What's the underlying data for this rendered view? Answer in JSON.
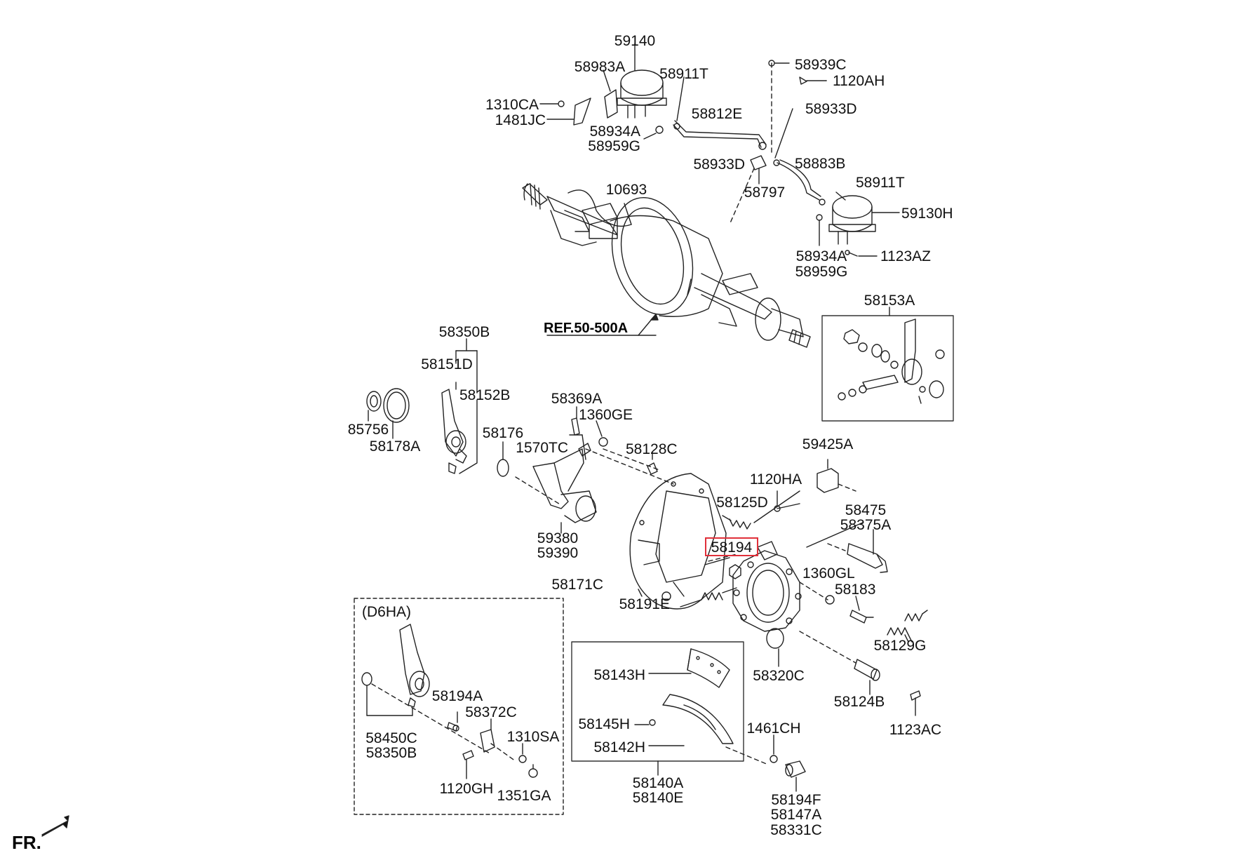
{
  "diagram": {
    "labels": {
      "p59140": "59140",
      "p58983A": "58983A",
      "p58911T_top": "58911T",
      "p1310CA": "1310CA",
      "p1481JC": "1481JC",
      "p58934A_top": "58934A",
      "p58959G_top": "58959G",
      "p58812E": "58812E",
      "p58933D_left": "58933D",
      "p58797": "58797",
      "p58939C": "58939C",
      "p1120AH": "1120AH",
      "p58933D_right": "58933D",
      "p58883B": "58883B",
      "p58911T_right": "58911T",
      "p59130H": "59130H",
      "p58934A_right": "58934A",
      "p58959G_right": "58959G",
      "p1123AZ": "1123AZ",
      "p10693": "10693",
      "p58153A": "58153A",
      "p58350B_top": "58350B",
      "p58151D": "58151D",
      "p58152B": "58152B",
      "p85756": "85756",
      "p58178A": "58178A",
      "p58369A": "58369A",
      "p1360GE": "1360GE",
      "p58176": "58176",
      "p1570TC": "1570TC",
      "p58128C": "58128C",
      "p59425A": "59425A",
      "p1120HA": "1120HA",
      "p58125D": "58125D",
      "p58475": "58475",
      "p58375A": "58375A",
      "p58194": "58194",
      "p59380": "59380",
      "p59390": "59390",
      "p58171C": "58171C",
      "p1360GL": "1360GL",
      "p58183": "58183",
      "p58191E": "58191E",
      "p58129G": "58129G",
      "p58320C": "58320C",
      "p58143H": "58143H",
      "p58145H": "58145H",
      "p58142H": "58142H",
      "p1461CH": "1461CH",
      "p58124B": "58124B",
      "p1123AC": "1123AC",
      "p58140A": "58140A",
      "p58140E": "58140E",
      "p58194F": "58194F",
      "p58147A": "58147A",
      "p58331C": "58331C",
      "p58194A": "58194A",
      "p58372C": "58372C",
      "p1310SA": "1310SA",
      "p58450C": "58450C",
      "p58350B_inset": "58350B",
      "p1120GH": "1120GH",
      "p1351GA": "1351GA"
    },
    "reference": "REF.50-500A",
    "inset_variant": "(D6HA)",
    "highlighted_part": "58194",
    "direction_label": "FR.",
    "colors": {
      "highlight": "#e0303a",
      "line": "#222222"
    }
  }
}
